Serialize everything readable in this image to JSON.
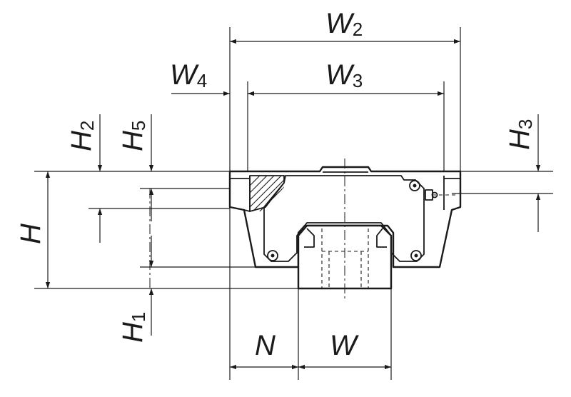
{
  "labels": {
    "w2": {
      "main": "W",
      "sub": "2"
    },
    "w3": {
      "main": "W",
      "sub": "3"
    },
    "w4": {
      "main": "W",
      "sub": "4"
    },
    "h": {
      "main": "H",
      "sub": ""
    },
    "h1": {
      "main": "H",
      "sub": "1"
    },
    "h2": {
      "main": "H",
      "sub": "2"
    },
    "h3": {
      "main": "H",
      "sub": "3"
    },
    "h5": {
      "main": "H",
      "sub": "5"
    },
    "n": {
      "main": "N",
      "sub": ""
    },
    "w": {
      "main": "W",
      "sub": ""
    }
  },
  "colors": {
    "line": "#1a1a1a",
    "background": "#ffffff"
  }
}
